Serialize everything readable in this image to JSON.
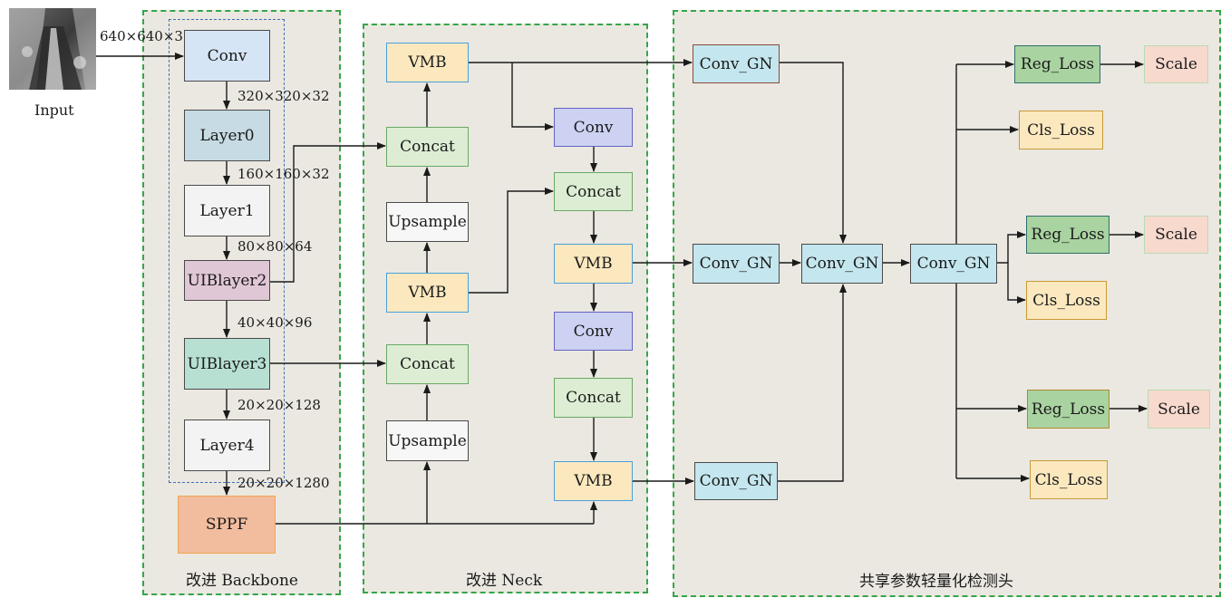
{
  "input": {
    "label": "Input",
    "size_label": "640×640×3"
  },
  "backbone": {
    "title": "改进 Backbone",
    "blocks": {
      "conv": "Conv",
      "layer0": "Layer0",
      "layer1": "Layer1",
      "uib2": "UIBlayer2",
      "uib3": "UIBlayer3",
      "layer4": "Layer4",
      "sppf": "SPPF"
    },
    "dims": [
      "320×320×32",
      "160×160×32",
      "80×80×64",
      "40×40×96",
      "20×20×128",
      "20×20×1280"
    ]
  },
  "neck": {
    "title": "改进 Neck",
    "blocks": {
      "vmb_top": "VMB",
      "concat_1": "Concat",
      "upsample_1": "Upsample",
      "vmb_mid": "VMB",
      "concat_2": "Concat",
      "upsample_2": "Upsample",
      "conv_1": "Conv",
      "concat_3": "Concat",
      "vmb_r1": "VMB",
      "conv_2": "Conv",
      "concat_4": "Concat",
      "vmb_r2": "VMB"
    }
  },
  "head": {
    "title": "共享参数轻量化检测头",
    "blocks": {
      "gn_top": "Conv_GN",
      "gn_mid": "Conv_GN",
      "gn_bot": "Conv_GN",
      "gn_shared": "Conv_GN",
      "gn_out": "Conv_GN",
      "reg_1": "Reg_Loss",
      "cls_1": "Cls_Loss",
      "scale_1": "Scale",
      "reg_2": "Reg_Loss",
      "cls_2": "Cls_Loss",
      "scale_2": "Scale",
      "reg_3": "Reg_Loss",
      "cls_3": "Cls_Loss",
      "scale_3": "Scale"
    }
  }
}
